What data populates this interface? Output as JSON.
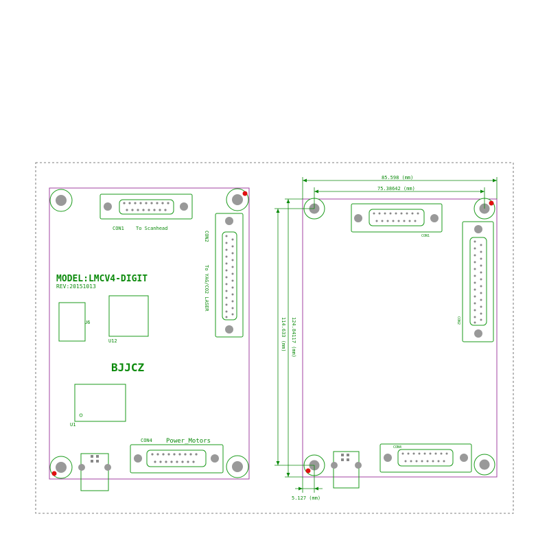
{
  "left_board": {
    "model_label": "MODEL:LMCV4-DIGIT",
    "rev_label": "REV:20151013",
    "brand_label": "BJJCZ",
    "con1_label": "CON1",
    "con1_desc": "To Scanhead",
    "con2_label": "CON2",
    "con2_desc": "To YAG/CO2 LASER",
    "con4_label": "CON4",
    "con4_desc": "Power_Motors",
    "u6_label": "U6",
    "u12_label": "U12",
    "u1_label": "U1"
  },
  "right_board": {
    "con1_label": "CON1",
    "con2_label": "CON2",
    "con4_label": "CON4",
    "dim_width_outer": "85.598 (mm)",
    "dim_width_inner": "75.38642 (mm)",
    "dim_height_outer": "124.84117 (mm)",
    "dim_height_inner": "114.633 (mm)",
    "dim_hole_offset": "5.127 (mm)"
  },
  "colors": {
    "silkscreen": "#0b8a0b",
    "board_edge": "#a040a0",
    "marker": "#e01010"
  }
}
